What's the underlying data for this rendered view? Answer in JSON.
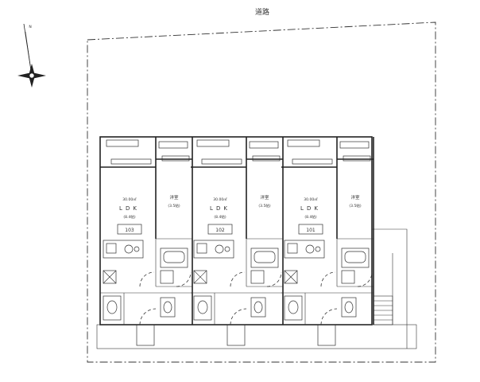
{
  "road_label": "道路",
  "north_label": "N",
  "units": [
    {
      "number": "103",
      "ldk_area": "30.00㎡",
      "ldk_label": "LDK",
      "ldk_tatami": "(8.4帖)",
      "room_label": "洋室",
      "room_tatami": "(3.5帖)"
    },
    {
      "number": "102",
      "ldk_area": "30.00㎡",
      "ldk_label": "LDK",
      "ldk_tatami": "(8.4帖)",
      "room_label": "洋室",
      "room_tatami": "(3.5帖)"
    },
    {
      "number": "101",
      "ldk_area": "30.00㎡",
      "ldk_label": "LDK",
      "ldk_tatami": "(8.4帖)",
      "room_label": "洋室",
      "room_tatami": "(3.5帖)"
    }
  ]
}
